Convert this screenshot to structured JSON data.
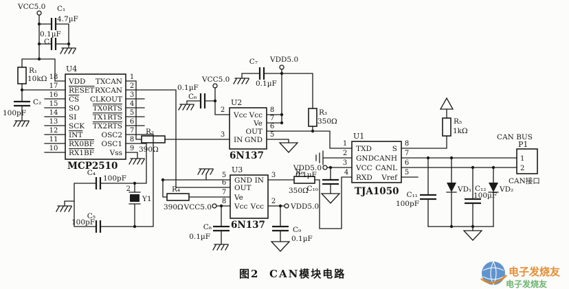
{
  "caption": {
    "fig": "图2",
    "title": "CAN模块电路"
  },
  "power": {
    "vcc": "VCC5.0",
    "vdd": "VDD5.0"
  },
  "watermark": {
    "text": "电子发烧友"
  },
  "u4": {
    "designator": "U4",
    "part": "MCP2510",
    "left_pins": [
      {
        "num": "18",
        "name": "VDD"
      },
      {
        "num": "17",
        "name": "RESET"
      },
      {
        "num": "16",
        "name": "CS"
      },
      {
        "num": "15",
        "name": "SO"
      },
      {
        "num": "14",
        "name": "SI"
      },
      {
        "num": "13",
        "name": "SCK"
      },
      {
        "num": "12",
        "name": "INT"
      },
      {
        "num": "11",
        "name": "RX0BF"
      },
      {
        "num": "10",
        "name": "RX1BF"
      }
    ],
    "right_pins": [
      {
        "num": "1",
        "name": "TXCAN"
      },
      {
        "num": "2",
        "name": "RXCAN"
      },
      {
        "num": "3",
        "name": "CLKOUT"
      },
      {
        "num": "4",
        "name": "TX0RTS"
      },
      {
        "num": "5",
        "name": "TX1RTS"
      },
      {
        "num": "6",
        "name": "TX2RTS"
      },
      {
        "num": "7",
        "name": "OSC2"
      },
      {
        "num": "8",
        "name": "OSC1"
      },
      {
        "num": "9",
        "name": "Vss"
      }
    ]
  },
  "u2": {
    "designator": "U2",
    "part": "6N137",
    "pins": {
      "p2": {
        "num": "2",
        "name": "Vcc"
      },
      "p3": {
        "num": "3",
        "name": "IN"
      },
      "p8": {
        "num": "8",
        "name": "Vcc"
      },
      "p7": {
        "num": "7",
        "name": "Ve"
      },
      "p6": {
        "num": "6",
        "name": "OUT"
      },
      "p5": {
        "num": "5",
        "name": "GND"
      }
    }
  },
  "u3": {
    "designator": "U3",
    "part": "6N137",
    "pins": {
      "p5": {
        "num": "5",
        "name": "GND"
      },
      "p6": {
        "num": "6",
        "name": "OUT"
      },
      "p7": {
        "num": "7",
        "name": "Ve"
      },
      "p8": {
        "num": "8",
        "name": "Vcc"
      },
      "p3": {
        "num": "3",
        "name": "IN"
      },
      "p2": {
        "num": "2",
        "name": "Vcc"
      }
    }
  },
  "u1": {
    "designator": "U1",
    "part": "TJA1050",
    "pins": {
      "p1": {
        "num": "1",
        "name": "TXD"
      },
      "p2": {
        "num": "2",
        "name": "GND"
      },
      "p3": {
        "num": "3",
        "name": "VCC"
      },
      "p4": {
        "num": "4",
        "name": "RXD"
      },
      "p8": {
        "num": "8",
        "name": "S"
      },
      "p7": {
        "num": "7",
        "name": "CANH"
      },
      "p6": {
        "num": "6",
        "name": "CANL"
      },
      "p5": {
        "num": "5",
        "name": "Vref"
      }
    }
  },
  "resistors": {
    "r1": {
      "label": "R₁",
      "value": "10kΩ"
    },
    "r2": {
      "label": "R₂",
      "value": "390Ω"
    },
    "r3": {
      "label": "R₃",
      "value": "350Ω"
    },
    "r4": {
      "label": "R₄",
      "value": "390Ω"
    },
    "r5": {
      "label": "R₅",
      "value": "1kΩ"
    },
    "r6": {
      "label": "R₆",
      "value": "350Ω"
    }
  },
  "capacitors": {
    "c1": {
      "label": "C₁",
      "value": "4.7µF"
    },
    "c2": {
      "label": "C₂",
      "value": "100pF"
    },
    "c3": {
      "label": "C₃",
      "value": "0.1µF"
    },
    "c4": {
      "label": "C₄",
      "value": "100pF"
    },
    "c5": {
      "label": "C₅",
      "value": "100pF"
    },
    "c6": {
      "label": "C₆",
      "value": "0.1µF"
    },
    "c7": {
      "label": "C₇",
      "value": "0.1µF"
    },
    "c8": {
      "label": "C₈",
      "value": "0.1µF"
    },
    "c9": {
      "label": "C₉",
      "value": "0.1µF"
    },
    "c10": {
      "label": "C₁₀",
      "value": "0.1µF"
    },
    "c11": {
      "label": "C₁₁",
      "value": "100pF"
    },
    "c12": {
      "label": "C₁₂",
      "value": "100µF"
    }
  },
  "diodes": {
    "vd1": {
      "label": "VD₁"
    },
    "vd2": {
      "label": "VD₂"
    }
  },
  "crystal": {
    "label": "Y1",
    "pin_top": "2"
  },
  "connector": {
    "designator": "P1",
    "bus_label": "CAN BUS",
    "port_label": "CAN接口",
    "pin1": "1",
    "pin2": "2"
  }
}
